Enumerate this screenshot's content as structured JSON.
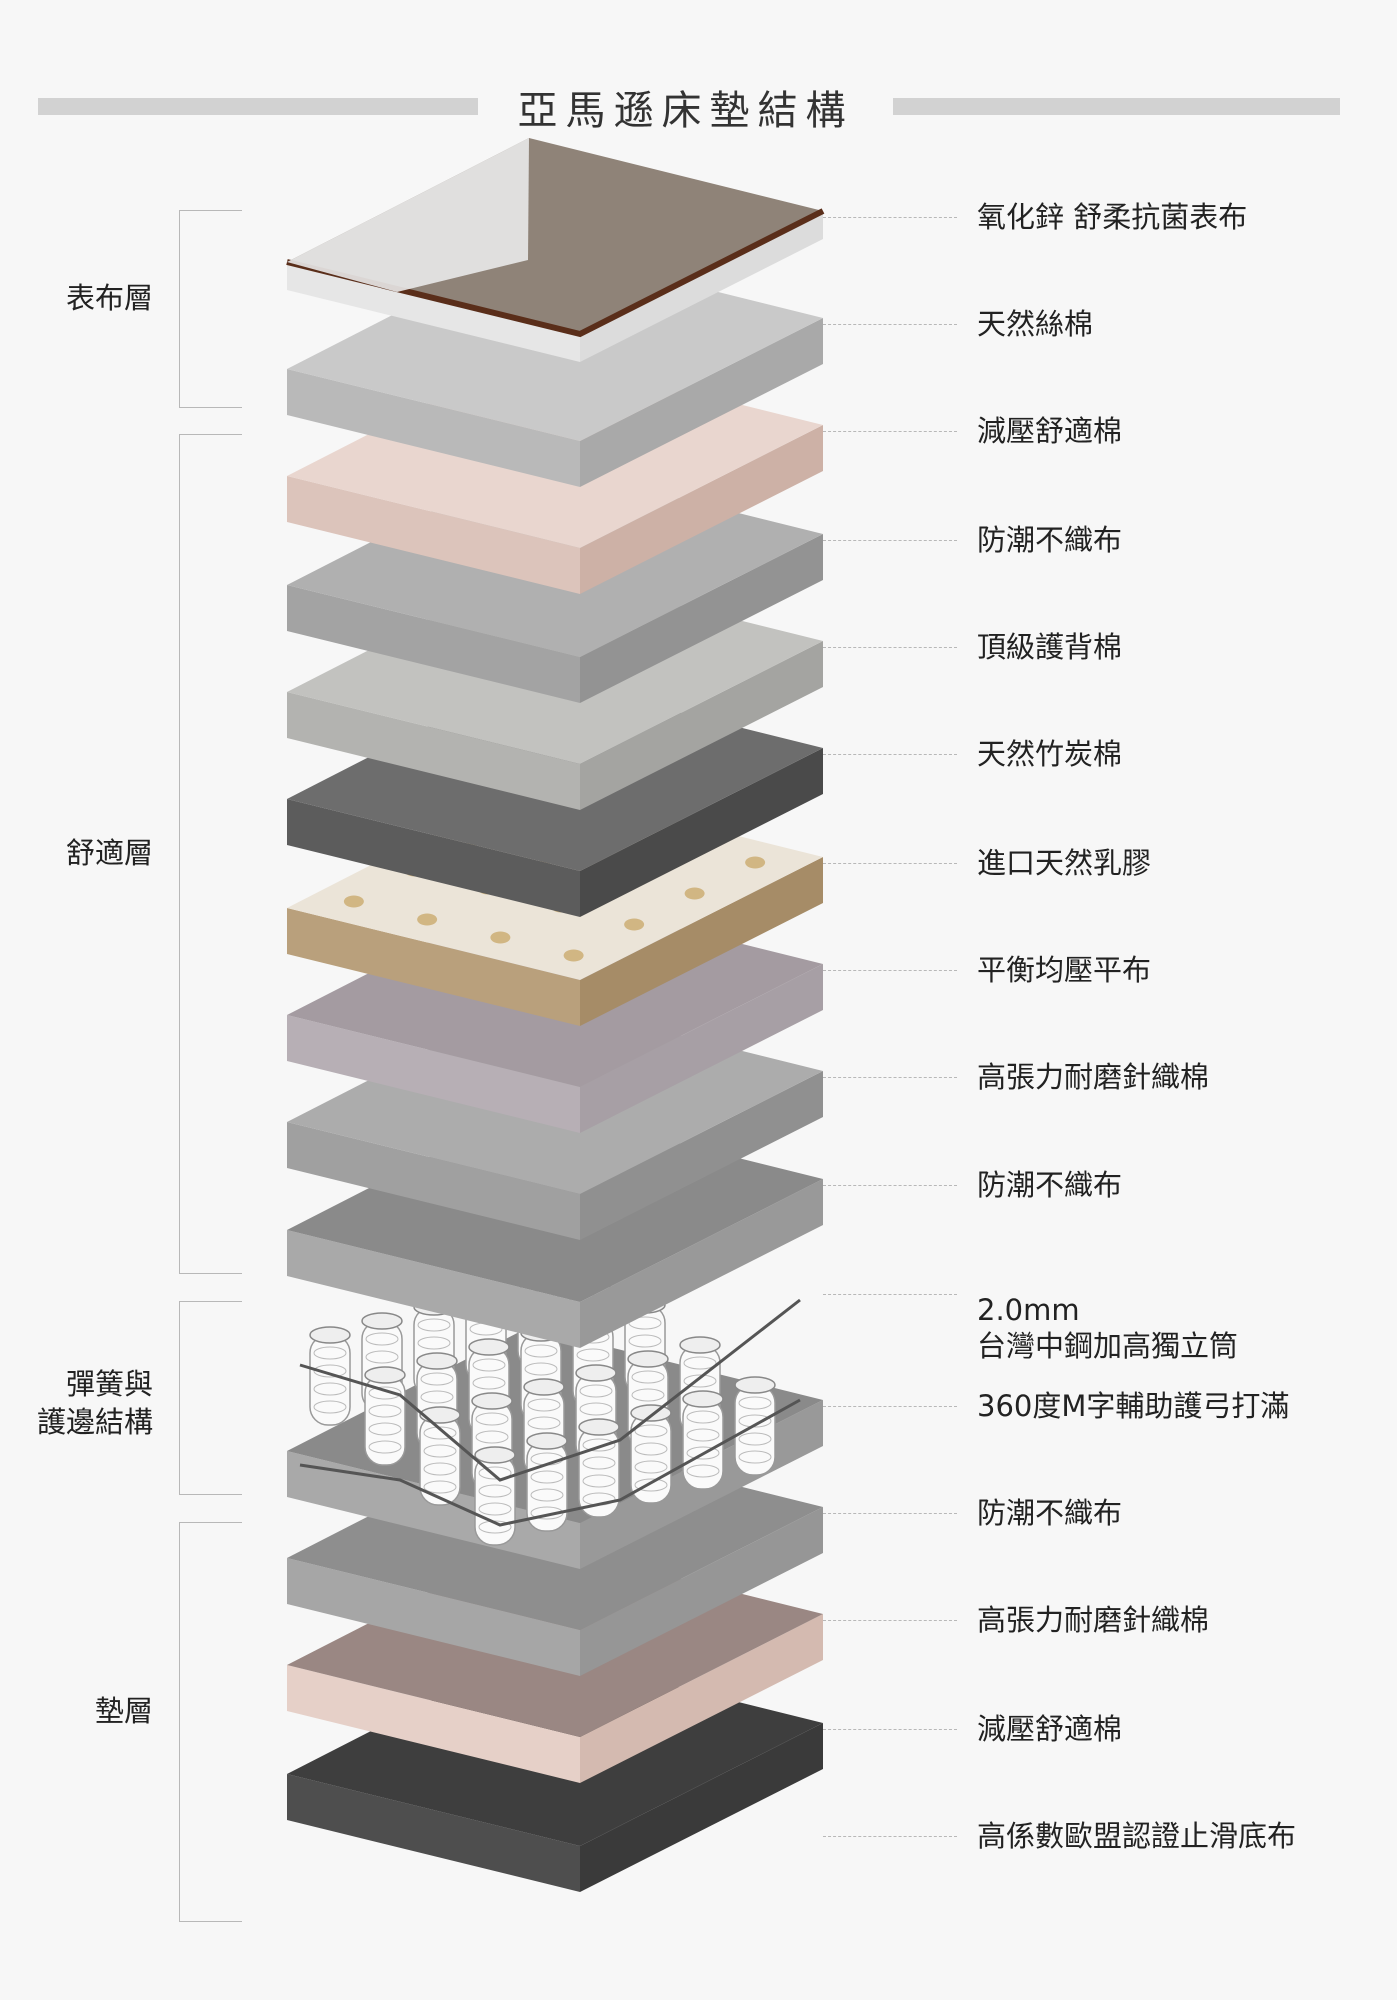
{
  "title": "亞馬遜床墊結構",
  "groups": [
    {
      "label": "表布層"
    },
    {
      "label": "舒適層"
    },
    {
      "label": "彈簧與\n護邊結構"
    },
    {
      "label": "墊層"
    }
  ],
  "labels": [
    "氧化鋅 舒柔抗菌表布",
    "天然絲棉",
    "減壓舒適棉",
    "防潮不織布",
    "頂級護背棉",
    "天然竹炭棉",
    "進口天然乳膠",
    "平衡均壓平布",
    "高張力耐磨針織棉",
    "防潮不織布",
    "2.0mm\n台灣中鋼加高獨立筒",
    "360度M字輔助護弓打滿",
    "防潮不織布",
    "高張力耐磨針織棉",
    "減壓舒適棉",
    "高係數歐盟認證止滑底布"
  ],
  "layers": [
    {
      "name": "surface-fabric",
      "top": "#8f8378",
      "left": "#e6e6e6",
      "right": "#dcdcdc",
      "edge": "#5a2e1a"
    },
    {
      "name": "silk-cotton",
      "top": "#c9c9c9",
      "left": "#b9b9b9",
      "right": "#a9a9a9"
    },
    {
      "name": "memory-foam",
      "top": "#e9d6cf",
      "left": "#dcc4bb",
      "right": "#cdb1a6"
    },
    {
      "name": "nonwoven",
      "top": "#b0b0b0",
      "left": "#a3a3a3",
      "right": "#939393"
    },
    {
      "name": "back-support-foam",
      "top": "#c2c2bf",
      "left": "#b3b3b0",
      "right": "#a4a4a1"
    },
    {
      "name": "bamboo-charcoal",
      "top": "#6d6d6d",
      "left": "#5c5c5c",
      "right": "#4a4a4a"
    },
    {
      "name": "latex",
      "top": "#ebe4d8",
      "left": "#b9a07c",
      "right": "#a68c67",
      "dots": "#d1b683"
    },
    {
      "name": "balance-fabric",
      "top": "#a49ba1",
      "left": "#b7afb5",
      "right": "#a79fa5"
    },
    {
      "name": "knit-cotton",
      "top": "#acacac",
      "left": "#a0a0a0",
      "right": "#909090"
    },
    {
      "name": "nonwoven-2",
      "top": "#8a8a8a",
      "left": "#a9a9a9",
      "right": "#999999"
    },
    {
      "name": "springs",
      "top": "#f0f0f0",
      "left": "#ffffff",
      "right": "#e6e6e6"
    },
    {
      "name": "nonwoven-3",
      "top": "#8a8a8a",
      "left": "#a9a9a9",
      "right": "#999999"
    },
    {
      "name": "knit-cotton-2",
      "top": "#8e8e8e",
      "left": "#a6a6a6",
      "right": "#969696"
    },
    {
      "name": "memory-foam-2",
      "top": "#9a8783",
      "left": "#e6d0c8",
      "right": "#d4bab0"
    },
    {
      "name": "anti-slip-base",
      "top": "#3e3e3e",
      "left": "#4e4e4e",
      "right": "#3a3a3a"
    }
  ]
}
